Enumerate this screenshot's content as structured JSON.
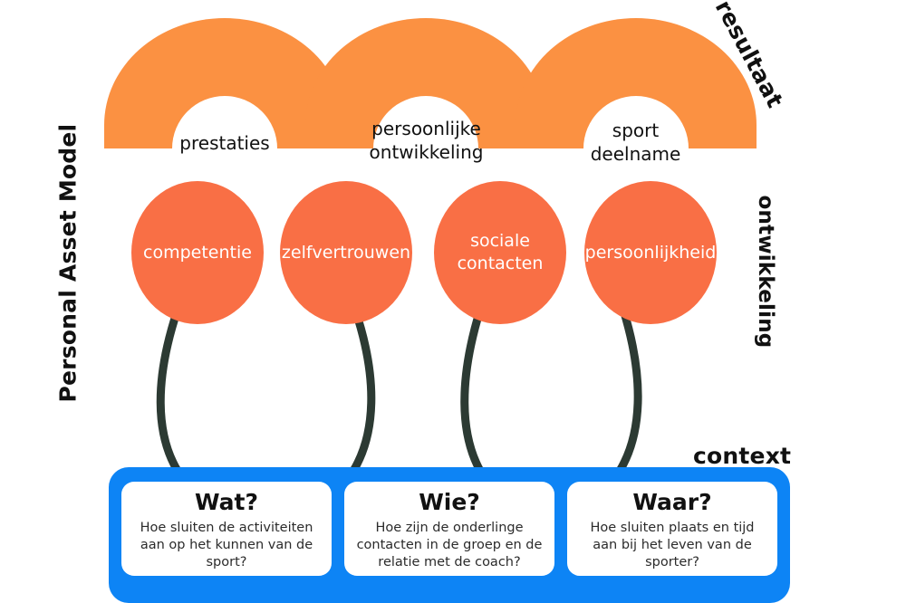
{
  "title": "Personal Asset Model",
  "colors": {
    "arch_orange": "#fb9142",
    "circle_orange": "#f96f45",
    "stem_dark": "#2c3a33",
    "context_blue": "#0d84f5",
    "card_white": "#ffffff",
    "text_dark": "#111111"
  },
  "side_labels": {
    "left": "Personal Asset Model",
    "top_right": "resultaat",
    "right": "ontwikkeling",
    "bottom_right": "context"
  },
  "results": {
    "arches": [
      {
        "label_line1": "prestaties",
        "label_line2": ""
      },
      {
        "label_line1": "persoonlijke",
        "label_line2": "ontwikkeling"
      },
      {
        "label_line1": "sport",
        "label_line2": "deelname"
      }
    ]
  },
  "development": {
    "assets": [
      {
        "label_line1": "competentie",
        "label_line2": ""
      },
      {
        "label_line1": "zelfvertrouwen",
        "label_line2": ""
      },
      {
        "label_line1": "sociale",
        "label_line2": "contacten"
      },
      {
        "label_line1": "persoonlijkheid",
        "label_line2": ""
      }
    ]
  },
  "context": {
    "cards": [
      {
        "title": "Wat?",
        "body": "Hoe sluiten de activiteiten aan op het kunnen van de sport?"
      },
      {
        "title": "Wie?",
        "body": "Hoe zijn de onderlinge contacten in de groep en de relatie met de coach?"
      },
      {
        "title": "Waar?",
        "body": "Hoe sluiten plaats en tijd aan bij het leven van de sporter?"
      }
    ]
  }
}
